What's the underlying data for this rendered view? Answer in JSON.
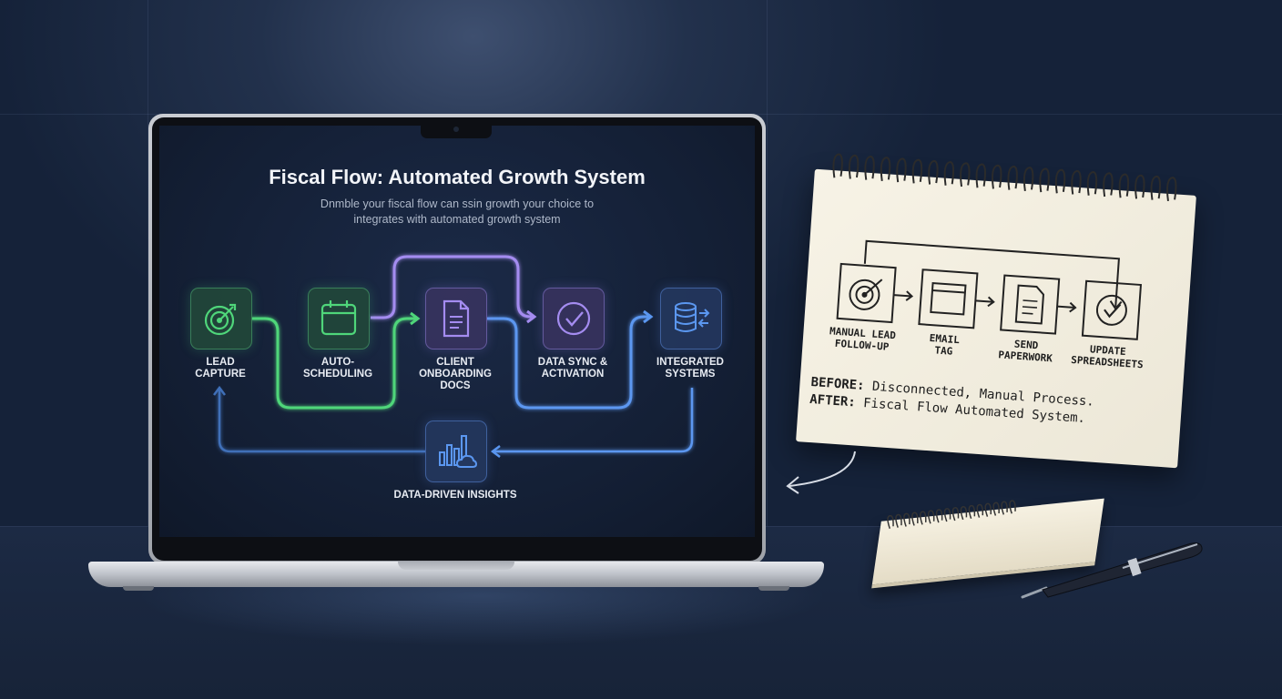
{
  "screen": {
    "title": "Fiscal Flow: Automated Growth System",
    "subtitle_line1": "Dnmble your fiscal flow can ssin growth your choice to",
    "subtitle_line2": "integrates with automated growth system"
  },
  "flow_nodes": [
    {
      "id": "lead-capture",
      "label_line1": "LEAD",
      "label_line2": "CAPTURE",
      "label_line3": "",
      "icon": "target-icon",
      "color": "#4fd67a"
    },
    {
      "id": "auto-scheduling",
      "label_line1": "AUTO-",
      "label_line2": "SCHEDULING",
      "label_line3": "",
      "icon": "calendar-icon",
      "color": "#4fd67a"
    },
    {
      "id": "client-onboarding",
      "label_line1": "CLIENT",
      "label_line2": "ONBOARDING",
      "label_line3": "DOCS",
      "icon": "document-icon",
      "color": "#a48cf0"
    },
    {
      "id": "data-sync",
      "label_line1": "DATA SYNC &",
      "label_line2": "ACTIVATION",
      "label_line3": "",
      "icon": "check-circle-icon",
      "color": "#a48cf0"
    },
    {
      "id": "integrated-systems",
      "label_line1": "INTEGRATED",
      "label_line2": "SYSTEMS",
      "label_line3": "",
      "icon": "database-sync-icon",
      "color": "#5b97f0"
    },
    {
      "id": "data-insights",
      "label_line1": "DATA-DRIVEN INSIGHTS",
      "label_line2": "",
      "label_line3": "",
      "icon": "chart-cloud-icon",
      "color": "#5b97f0"
    }
  ],
  "notebook": {
    "steps": [
      {
        "line1": "MANUAL LEAD",
        "line2": "FOLLOW-UP",
        "icon": "target-icon"
      },
      {
        "line1": "EMAIL",
        "line2": "TAG",
        "icon": "calendar-icon"
      },
      {
        "line1": "SEND",
        "line2": "PAPERWORK",
        "icon": "document-icon"
      },
      {
        "line1": "UPDATE",
        "line2": "SPREADSHEETS",
        "icon": "check-circle-icon"
      }
    ],
    "before_label": "BEFORE:",
    "before_text": " Disconnected, Manual Process.",
    "after_label": "AFTER:",
    "after_text": " Fiscal Flow Automated System."
  },
  "colors": {
    "green": "#4fd67a",
    "purple": "#a48cf0",
    "blue": "#5b97f0",
    "background": "#1a2740"
  }
}
